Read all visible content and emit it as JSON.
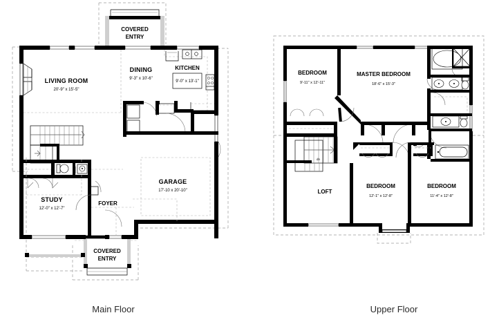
{
  "document": {
    "type": "architectural-floor-plan",
    "sheet_background": "#ffffff",
    "line_color": "#000000",
    "dashed_line_color": "#9a9a9a"
  },
  "floors": [
    {
      "id": "main-floor",
      "title": "Main Floor",
      "rooms": [
        {
          "name": "LIVING ROOM",
          "dimensions": "20'-9\" x 15'-5\""
        },
        {
          "name": "DINING",
          "dimensions": "9'-3\" x 10'-6\""
        },
        {
          "name": "KITCHEN",
          "dimensions": "9'-0\" x 13'-1\""
        },
        {
          "name": "GARAGE",
          "dimensions": "17'-10 x 20'-10\""
        },
        {
          "name": "STUDY",
          "dimensions": "12'-0\" x 12'-7\""
        },
        {
          "name": "FOYER",
          "dimensions": ""
        },
        {
          "name": "COVERED ENTRY",
          "dimensions": "",
          "line1": "COVERED",
          "line2": "ENTRY"
        },
        {
          "name": "COVERED ENTRY",
          "dimensions": "",
          "line1": "COVERED",
          "line2": "ENTRY"
        }
      ]
    },
    {
      "id": "upper-floor",
      "title": "Upper Floor",
      "rooms": [
        {
          "name": "BEDROOM",
          "dimensions": "9'-11\" x 12'-11\""
        },
        {
          "name": "MASTER BEDROOM",
          "dimensions": "18'-6\" x 15'-3\""
        },
        {
          "name": "LOFT",
          "dimensions": ""
        },
        {
          "name": "BEDROOM",
          "dimensions": "12'-1\" x 12'-8\""
        },
        {
          "name": "BEDROOM",
          "dimensions": "11'-4\" x 12'-8\""
        }
      ]
    }
  ],
  "labels": {
    "main": {
      "living_room": "LIVING ROOM",
      "living_room_dim": "20'-9\" x 15'-5\"",
      "dining": "DINING",
      "dining_dim": "9'-3\" x 10'-6\"",
      "kitchen": "KITCHEN",
      "kitchen_dim": "9'-0\" x 13'-1\"",
      "garage": "GARAGE",
      "garage_dim": "17'-10 x 20'-10\"",
      "study": "STUDY",
      "study_dim": "12'-0\" x 12'-7\"",
      "foyer": "FOYER",
      "entry_top_l1": "COVERED",
      "entry_top_l2": "ENTRY",
      "entry_bottom_l1": "COVERED",
      "entry_bottom_l2": "ENTRY",
      "floor_title": "Main Floor"
    },
    "upper": {
      "bedroom_nw": "BEDROOM",
      "bedroom_nw_dim": "9'-11\" x 12'-11\"",
      "master": "MASTER BEDROOM",
      "master_dim": "18'-6\" x 15'-3\"",
      "loft": "LOFT",
      "bedroom_s1": "BEDROOM",
      "bedroom_s1_dim": "12'-1\" x 12'-8\"",
      "bedroom_s2": "BEDROOM",
      "bedroom_s2_dim": "11'-4\" x 12'-8\"",
      "floor_title": "Upper Floor"
    }
  },
  "fixtures": {
    "main": [
      "sink",
      "cooktop",
      "range",
      "stairs-up",
      "toilet",
      "sink-powder",
      "washer",
      "dryer",
      "closet"
    ],
    "upper": [
      "tub-oval",
      "shower-square",
      "double-vanity",
      "toilet",
      "sink",
      "toilet-2",
      "tub",
      "stairs-down",
      "closet"
    ]
  }
}
